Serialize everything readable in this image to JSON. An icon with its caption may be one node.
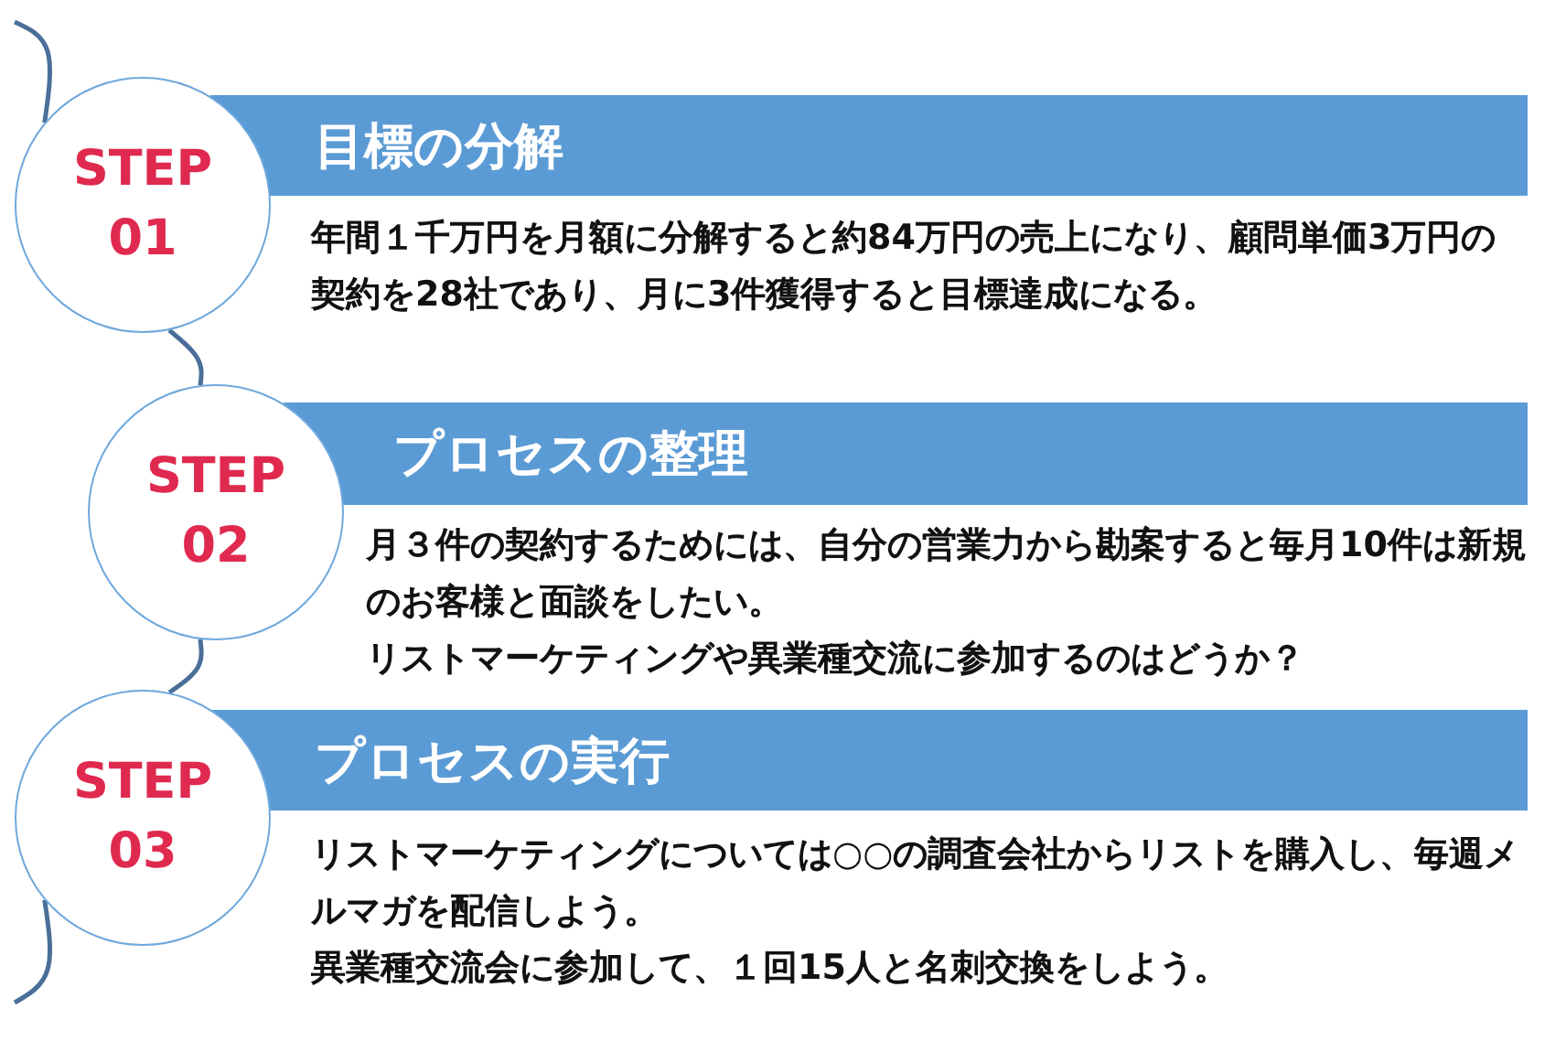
{
  "diagram": {
    "nodes": [
      {
        "text": [
          "STEP",
          "01"
        ]
      },
      {
        "text": [
          "目標の分解"
        ],
        "beside": [
          "年間１千万円を月額に分解すると約84万円の売上になり、顧問単価3万円の契約を28社であり、月に3件獲得すると目標達成になる。"
        ]
      },
      {
        "text": [
          "STEP",
          "02"
        ]
      },
      {
        "text": [
          "プロセスの整理"
        ],
        "beside": [
          "月３件の契約するためには、自分の営業力から勘案すると毎月10件は新規のお客様と面談をしたい。",
          "リストマーケティングや異業種交流に参加するのはどうか？"
        ]
      },
      {
        "text": [
          "STEP",
          "03"
        ]
      },
      {
        "text": [
          "プロセスの実行"
        ],
        "beside": [
          "リストマーケティングについては○○の調査会社からリストを購入し、毎週メルマガを配信しよう。",
          "異業種交流会に参加して、１回15人と名刺交換をしよう。"
        ]
      }
    ],
    "edges": [
      {
        "from": null,
        "to": 0,
        "arrow": "none"
      },
      {
        "from": 0,
        "to": 2,
        "arrow": "none"
      },
      {
        "from": 2,
        "to": 4,
        "arrow": "none"
      },
      {
        "from": 4,
        "to": null,
        "arrow": "none"
      }
    ]
  }
}
